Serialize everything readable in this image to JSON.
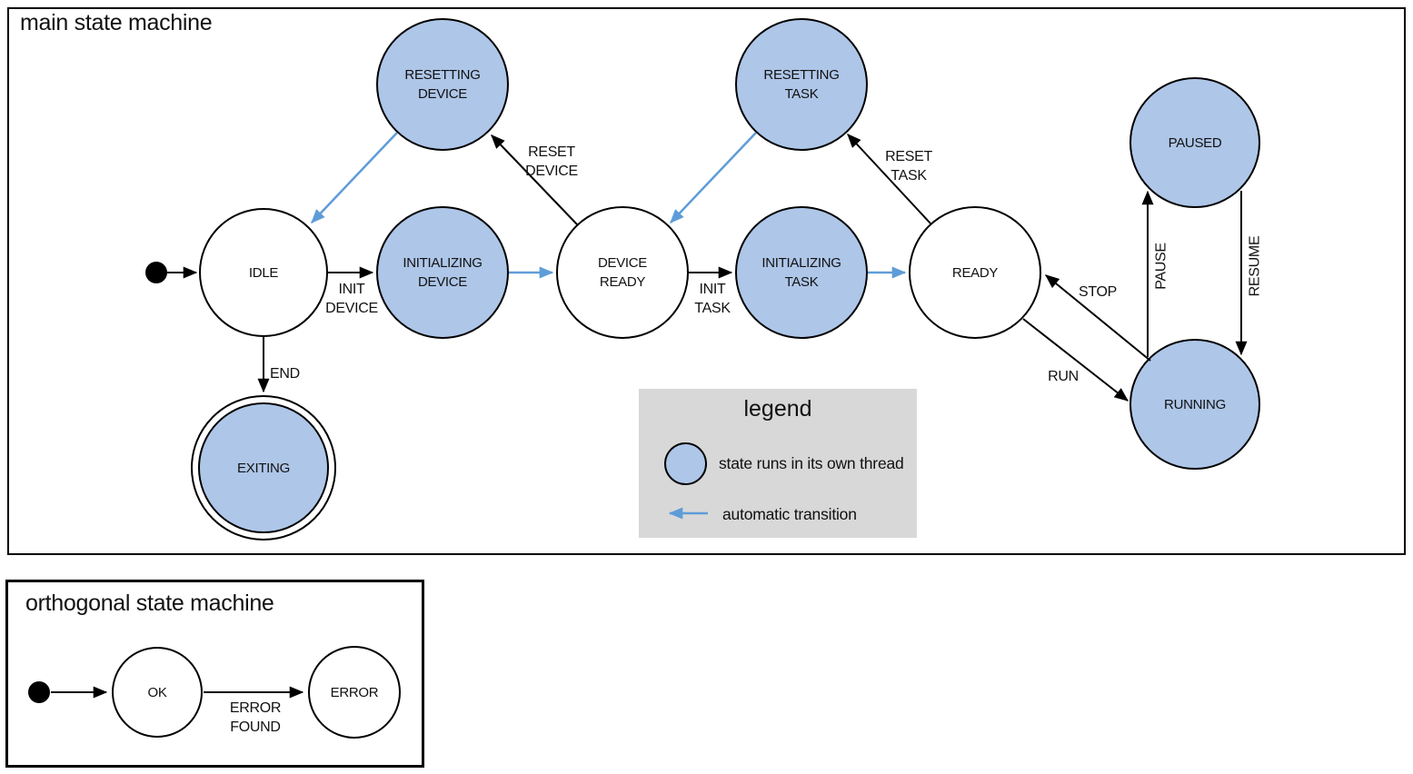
{
  "colors": {
    "thread_fill": "#aec6e8",
    "auto_arrow": "#5e9cd8",
    "legend_bg": "#d8d8d8",
    "outline": "#000000"
  },
  "main_machine": {
    "title": "main state machine",
    "states": {
      "idle": {
        "label": [
          "IDLE"
        ],
        "threaded": false
      },
      "resetting_device": {
        "label": [
          "RESETTING",
          "DEVICE"
        ],
        "threaded": true
      },
      "initializing_device": {
        "label": [
          "INITIALIZING",
          "DEVICE"
        ],
        "threaded": true
      },
      "device_ready": {
        "label": [
          "DEVICE",
          "READY"
        ],
        "threaded": false
      },
      "resetting_task": {
        "label": [
          "RESETTING",
          "TASK"
        ],
        "threaded": true
      },
      "initializing_task": {
        "label": [
          "INITIALIZING",
          "TASK"
        ],
        "threaded": true
      },
      "ready": {
        "label": [
          "READY"
        ],
        "threaded": false
      },
      "paused": {
        "label": [
          "PAUSED"
        ],
        "threaded": true
      },
      "running": {
        "label": [
          "RUNNING"
        ],
        "threaded": true
      },
      "exiting": {
        "label": [
          "EXITING"
        ],
        "threaded": true,
        "final_state": true
      }
    },
    "transitions": {
      "init_device": {
        "from": "idle",
        "to": "initializing_device",
        "label": [
          "INIT",
          "DEVICE"
        ]
      },
      "auto_to_device_ready": {
        "from": "initializing_device",
        "to": "device_ready",
        "automatic": true
      },
      "reset_device": {
        "from": "device_ready",
        "to": "resetting_device",
        "label": [
          "RESET",
          "DEVICE"
        ]
      },
      "auto_to_idle": {
        "from": "resetting_device",
        "to": "idle",
        "automatic": true
      },
      "init_task": {
        "from": "device_ready",
        "to": "initializing_task",
        "label": [
          "INIT",
          "TASK"
        ]
      },
      "auto_to_ready": {
        "from": "initializing_task",
        "to": "ready",
        "automatic": true
      },
      "reset_task": {
        "from": "ready",
        "to": "resetting_task",
        "label": [
          "RESET",
          "TASK"
        ]
      },
      "auto_to_device_ready_2": {
        "from": "resetting_task",
        "to": "device_ready",
        "automatic": true
      },
      "run": {
        "from": "ready",
        "to": "running",
        "label": [
          "RUN"
        ]
      },
      "stop": {
        "from": "running",
        "to": "ready",
        "label": [
          "STOP"
        ]
      },
      "pause": {
        "from": "running",
        "to": "paused",
        "label": [
          "PAUSE"
        ]
      },
      "resume": {
        "from": "paused",
        "to": "running",
        "label": [
          "RESUME"
        ]
      },
      "end": {
        "from": "idle",
        "to": "exiting",
        "label": [
          "END"
        ]
      }
    }
  },
  "legend": {
    "title": "legend",
    "thread_item": "state runs in its own thread",
    "auto_item": "automatic transition"
  },
  "orthogonal_machine": {
    "title": "orthogonal state machine",
    "states": {
      "ok": {
        "label": [
          "OK"
        ],
        "threaded": false
      },
      "error": {
        "label": [
          "ERROR"
        ],
        "threaded": false
      }
    },
    "transitions": {
      "error_found": {
        "from": "ok",
        "to": "error",
        "label": [
          "ERROR",
          "FOUND"
        ]
      }
    }
  }
}
